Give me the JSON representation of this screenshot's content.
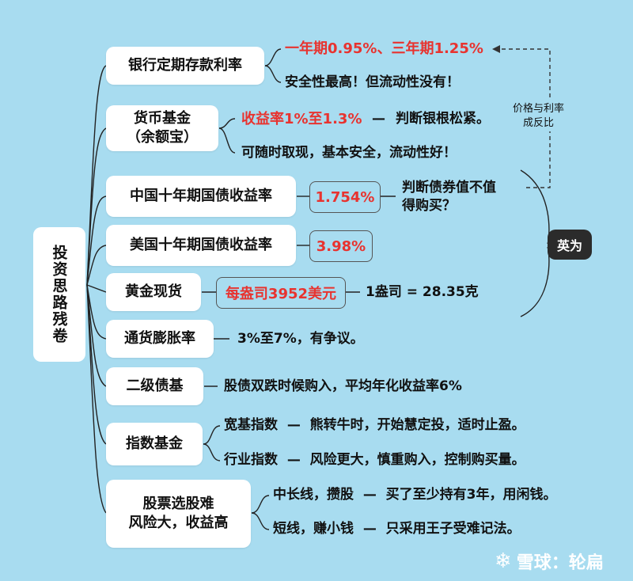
{
  "root": {
    "label": "投资思路残卷"
  },
  "nodes": {
    "bank": {
      "label": "银行定期存款利率",
      "rate": "一年期0.95%、三年期1.25%",
      "note": "安全性最高！但流动性没有！"
    },
    "money": {
      "label": "货币基金\n（余额宝）",
      "rate": "收益率1%至1.3%",
      "dash": "—",
      "judge": "判断银根松紧。",
      "note": "可随时取现，基本安全，流动性好！"
    },
    "cn_bond": {
      "label": "中国十年期国债收益率",
      "value": "1.754%",
      "judge": "判断债券值不值\n得购买？"
    },
    "us_bond": {
      "label": "美国十年期国债收益率",
      "value": "3.98%"
    },
    "gold": {
      "label": "黄金现货",
      "value": "每盎司3952美元",
      "note": "1盎司 = 28.35克"
    },
    "inflation": {
      "label": "通货膨胀率",
      "note": "3%至7%，有争议。"
    },
    "bond_fund": {
      "label": "二级债基",
      "note": "股债双跌时候购入，平均年化收益率6%"
    },
    "index": {
      "label": "指数基金",
      "line1": "宽基指数  —  熊转牛时，开始慧定投，适时止盈。",
      "line2": "行业指数  —  风险更大，慎重购入，控制购买量。"
    },
    "stock": {
      "label": "股票选股难\n风险大，收益高",
      "line1": "中长线，攒股  —  买了至少持有3年，用闲钱。",
      "line2": "短线，赚小钱  —  只采用王子受难记法。"
    }
  },
  "side": {
    "badge": "英为",
    "note": "价格与利率\n成反比"
  },
  "watermark": {
    "logo": "❄",
    "text": "雪球：轮扁"
  },
  "colors": {
    "background": "#a8dcf0",
    "accent_red": "#e8332f",
    "badge": "#2b2b2b"
  }
}
